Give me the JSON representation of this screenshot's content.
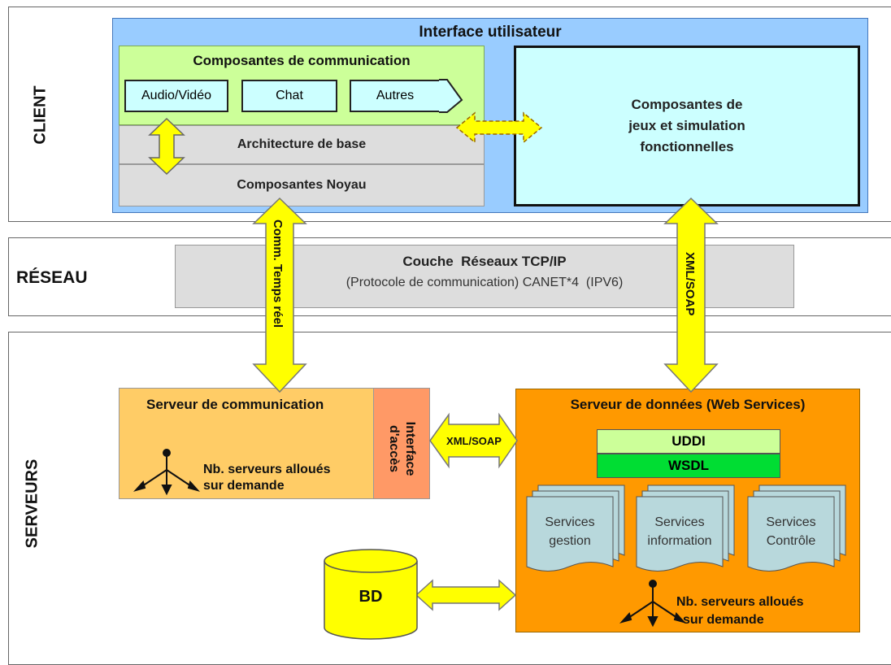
{
  "lanes": {
    "client": "CLIENT",
    "network": "RÉSEAU",
    "servers": "SERVEURS"
  },
  "client": {
    "ui_title": "Interface utilisateur",
    "comm_title": "Composantes de communication",
    "comm_items": [
      "Audio/Vidéo",
      "Chat",
      "Autres"
    ],
    "base_arch": "Architecture de base",
    "core": "Composantes Noyau",
    "games": [
      "Composantes de",
      "jeux et simulation",
      "fonctionnelles"
    ]
  },
  "network": {
    "title": "Couche  Réseaux TCP/IP",
    "subtitle": "(Protocole de communication) CANET*4  (IPV6)"
  },
  "arrows": {
    "realtime": "Comm. Temps réel",
    "xml_soap_vertical": "XML/SOAP",
    "xml_soap_horizontal": "XML/SOAP"
  },
  "comm_server": {
    "title": "Serveur de communication",
    "access_line1": "Interface",
    "access_line2": "d'accès",
    "alloc_line1": "Nb. serveurs alloués",
    "alloc_line2": "sur demande"
  },
  "data_server": {
    "title": "Serveur de données (Web Services)",
    "uddi": "UDDI",
    "wsdl": "WSDL",
    "services": [
      {
        "line1": "Services",
        "line2": "gestion"
      },
      {
        "line1": "Services",
        "line2": "information"
      },
      {
        "line1": "Services",
        "line2": "Contrôle"
      }
    ],
    "alloc_line1": "Nb. serveurs alloués",
    "alloc_line2": "sur demande"
  },
  "db": {
    "label": "BD"
  },
  "colors": {
    "ui_blue": "#99CCFF",
    "comm_green": "#CCFF99",
    "item_cyan": "#CCFFFF",
    "gray": "#DDDDDD",
    "arrow_yellow": "#FFFF00",
    "comm_server_orange": "#FFCC66",
    "access_orange": "#FF9966",
    "data_server_orange": "#FF9900",
    "wsdl_green": "#00DD33",
    "service_blue": "#B8D8DC"
  }
}
